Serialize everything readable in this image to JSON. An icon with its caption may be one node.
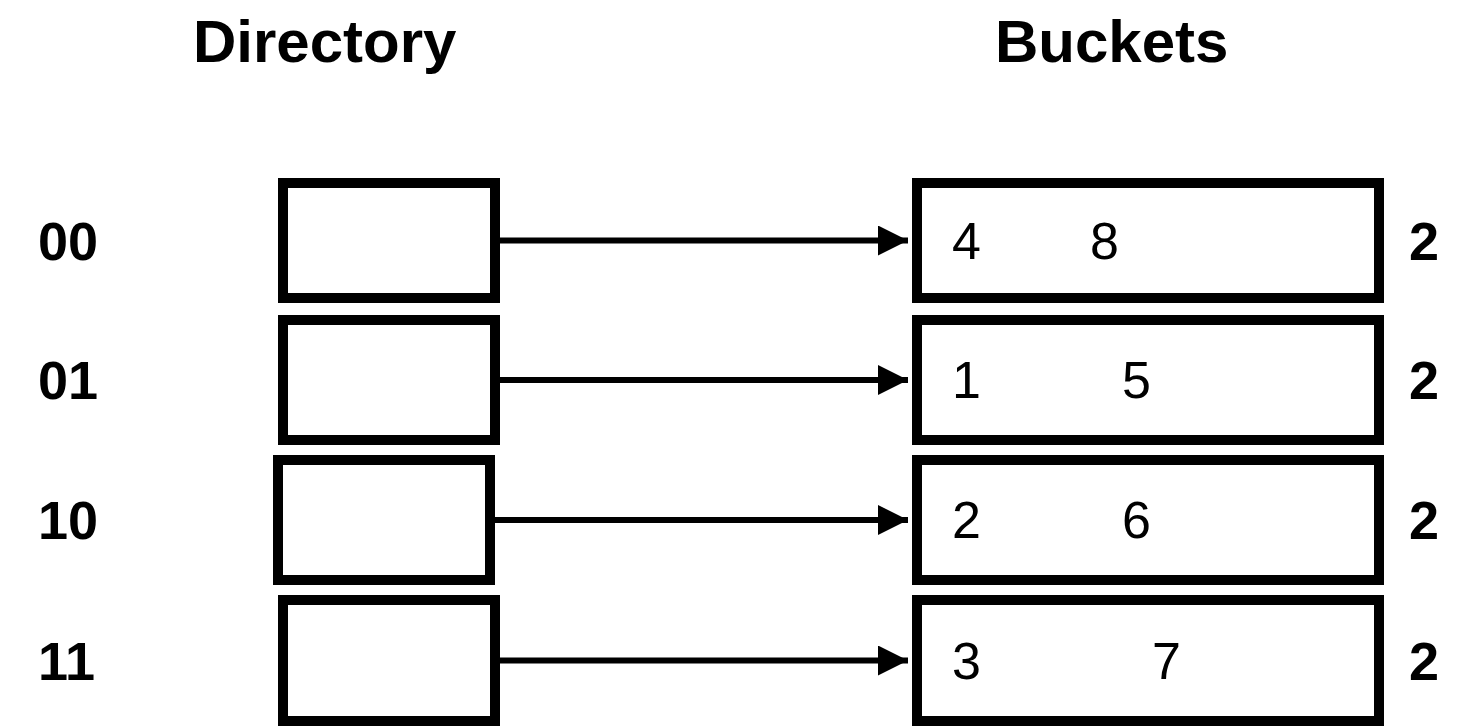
{
  "diagram": {
    "nodes": [
      {
        "text": [],
        "shape": "box",
        "beside": [
          "00"
        ]
      },
      {
        "text": [],
        "shape": "box",
        "beside": [
          "01"
        ]
      },
      {
        "text": [],
        "shape": "box",
        "beside": [
          "10"
        ]
      },
      {
        "text": [],
        "shape": "box",
        "beside": [
          "11"
        ]
      },
      {
        "text": [
          "4",
          "8"
        ],
        "beside": [
          "2"
        ]
      },
      {
        "text": [
          "1",
          "5"
        ],
        "beside": [
          "2"
        ]
      },
      {
        "text": [
          "2",
          "6"
        ],
        "beside": [
          "2"
        ]
      },
      {
        "text": [
          "3",
          "7"
        ],
        "beside": [
          "2"
        ]
      }
    ],
    "edges": [
      {
        "from": 0,
        "to": 4,
        "arrow": "to"
      },
      {
        "from": 1,
        "to": 5,
        "arrow": "to"
      },
      {
        "from": 2,
        "to": 6,
        "arrow": "to"
      },
      {
        "from": 3,
        "to": 7,
        "arrow": "to"
      }
    ],
    "labels": [
      "Directory",
      "Buckets"
    ]
  }
}
